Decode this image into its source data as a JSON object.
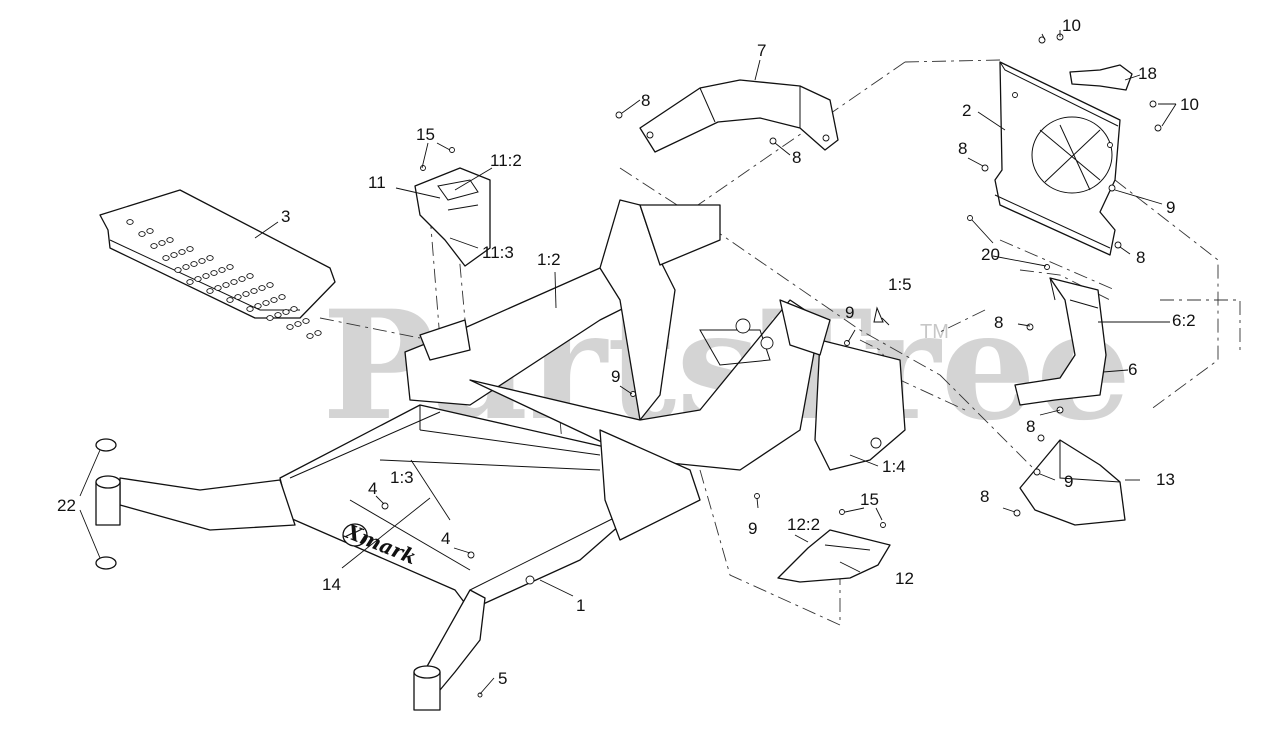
{
  "watermark": {
    "text": "PartsTree",
    "trademark": "TM"
  },
  "frame_brand": "Xmark",
  "callouts": {
    "c1": "1",
    "c1_2": "1:2",
    "c1_3": "1:3",
    "c1_4": "1:4",
    "c1_5": "1:5",
    "c2": "2",
    "c3": "3",
    "c4a": "4",
    "c4b": "4",
    "c5": "5",
    "c6": "6",
    "c6_2": "6:2",
    "c7": "7",
    "c8a": "8",
    "c8b": "8",
    "c8c": "8",
    "c8d": "8",
    "c8e": "8",
    "c8f": "8",
    "c8g": "8",
    "c9a": "9",
    "c9b": "9",
    "c9c": "9",
    "c9d": "9",
    "c9e": "9",
    "c10a": "10",
    "c10b": "10",
    "c11": "11",
    "c11_2": "11:2",
    "c11_3": "11:3",
    "c12": "12",
    "c12_2": "12:2",
    "c13": "13",
    "c14": "14",
    "c15a": "15",
    "c15b": "15",
    "c18": "18",
    "c20": "20",
    "c22": "22"
  }
}
